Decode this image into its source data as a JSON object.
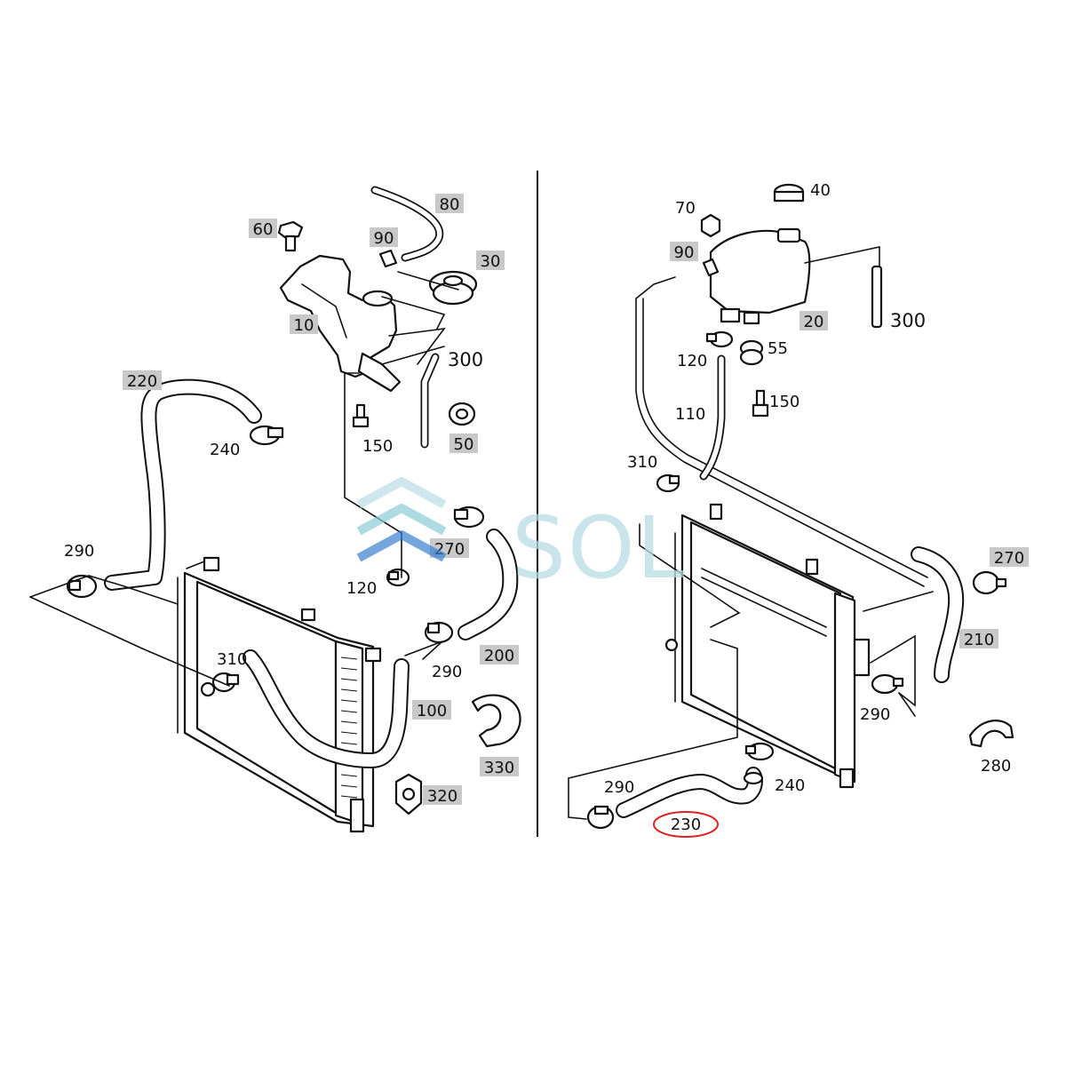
{
  "diagram": {
    "watermark": "SOL",
    "left_panel": {
      "labels": {
        "p10": "10",
        "p30": "30",
        "p50": "50",
        "p60": "60",
        "p80": "80",
        "p90": "90",
        "p100": "100",
        "p120": "120",
        "p150": "150",
        "p200": "200",
        "p220": "220",
        "p240": "240",
        "p270": "270",
        "p290a": "290",
        "p290b": "290",
        "p300": "300",
        "p310": "310",
        "p320": "320",
        "p330": "330"
      }
    },
    "right_panel": {
      "labels": {
        "p20": "20",
        "p40": "40",
        "p55": "55",
        "p70": "70",
        "p90": "90",
        "p110": "110",
        "p120": "120",
        "p150": "150",
        "p210": "210",
        "p230": "230",
        "p240": "240",
        "p270": "270",
        "p280": "280",
        "p290a": "290",
        "p290b": "290",
        "p300": "300",
        "p310": "310"
      },
      "highlighted_part": "230"
    },
    "colors": {
      "label_box": "#c8c8c8",
      "highlight": "#e02020",
      "watermark": "#b9dde4"
    }
  }
}
